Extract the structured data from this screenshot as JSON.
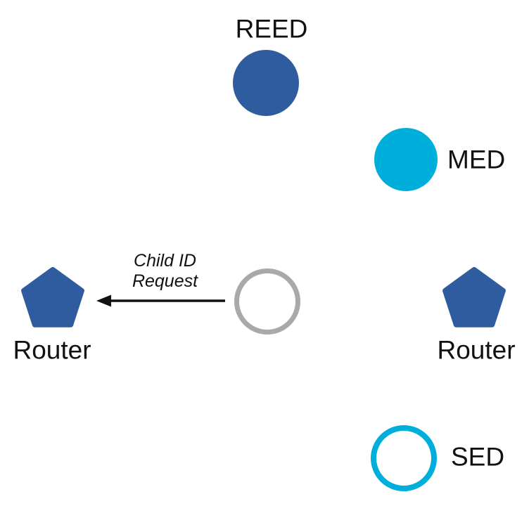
{
  "colors": {
    "router_blue": "#2E5C9E",
    "end_device_cyan": "#00AEDC",
    "joiner_gray": "#A9A9A9",
    "arrow": "#111111",
    "text": "#111111"
  },
  "nodes": {
    "reed": {
      "label": "REED",
      "shape": "filled-circle",
      "color": "#2E5C9E"
    },
    "med": {
      "label": "MED",
      "shape": "filled-circle",
      "color": "#00AEDC"
    },
    "router_left": {
      "label": "Router",
      "shape": "filled-pentagon",
      "color": "#2E5C9E"
    },
    "router_right": {
      "label": "Router",
      "shape": "filled-pentagon",
      "color": "#2E5C9E"
    },
    "joiner": {
      "label": "",
      "shape": "outlined-circle",
      "color": "#A9A9A9"
    },
    "sed": {
      "label": "SED",
      "shape": "outlined-circle",
      "color": "#00AEDC"
    }
  },
  "message": {
    "line1": "Child ID",
    "line2": "Request",
    "from": "joiner",
    "to": "router_left",
    "direction": "left"
  }
}
